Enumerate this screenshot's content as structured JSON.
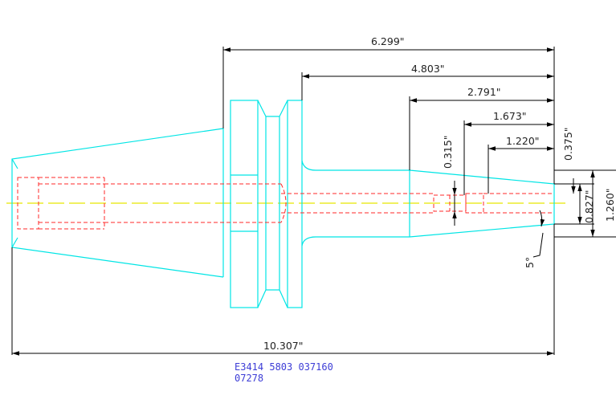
{
  "drawing": {
    "dimensions": {
      "overall_length": "10.307\"",
      "dim_a": "6.299\"",
      "dim_b": "4.803\"",
      "dim_c": "2.791\"",
      "dim_d": "1.673\"",
      "dim_e": "1.220\"",
      "dia_small": "0.315\"",
      "dia_tip": "0.375\"",
      "dia_mid": "0.827\"",
      "dia_large": "1.260\"",
      "angle": "5°"
    },
    "part_number": {
      "line1": "E3414  5803  037160",
      "line2": "07278"
    },
    "colors": {
      "outline": "#00e5e5",
      "hidden": "#ff2a2a",
      "centerline": "#e8e800",
      "dimension": "#000000",
      "text": "#222222",
      "part_code": "#3d3dd6"
    }
  }
}
